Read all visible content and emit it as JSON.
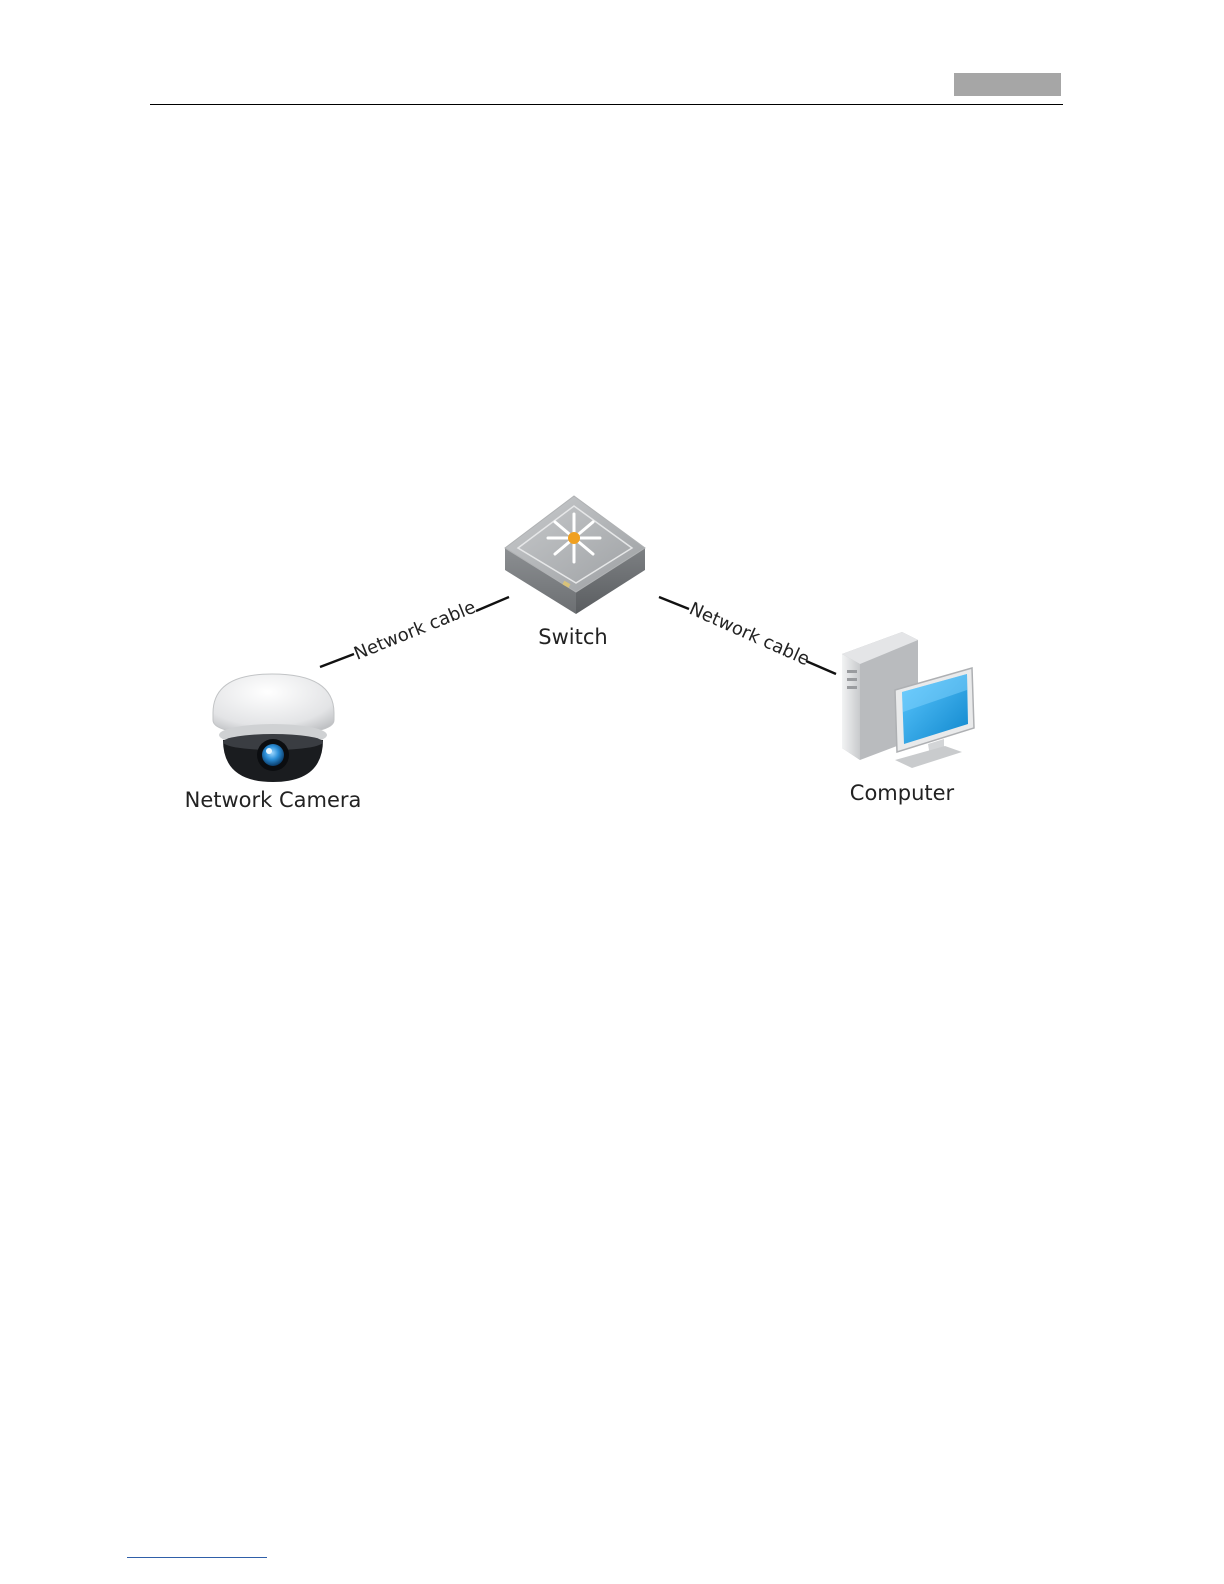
{
  "diagram": {
    "nodes": [
      {
        "id": "switch",
        "label": "Switch",
        "icon": "network-switch-icon"
      },
      {
        "id": "camera",
        "label": "Network Camera",
        "icon": "dome-camera-icon"
      },
      {
        "id": "computer",
        "label": "Computer",
        "icon": "desktop-computer-icon"
      }
    ],
    "edges": [
      {
        "from": "camera",
        "to": "switch",
        "label": "Network cable"
      },
      {
        "from": "switch",
        "to": "computer",
        "label": "Network cable"
      }
    ]
  },
  "colors": {
    "header_block": "#a6a6a6",
    "monitor_screen": "#1a9be0",
    "switch_body": "#8a8d8f",
    "switch_led": "#f0a020",
    "camera_lens": "#2b8fd8"
  }
}
